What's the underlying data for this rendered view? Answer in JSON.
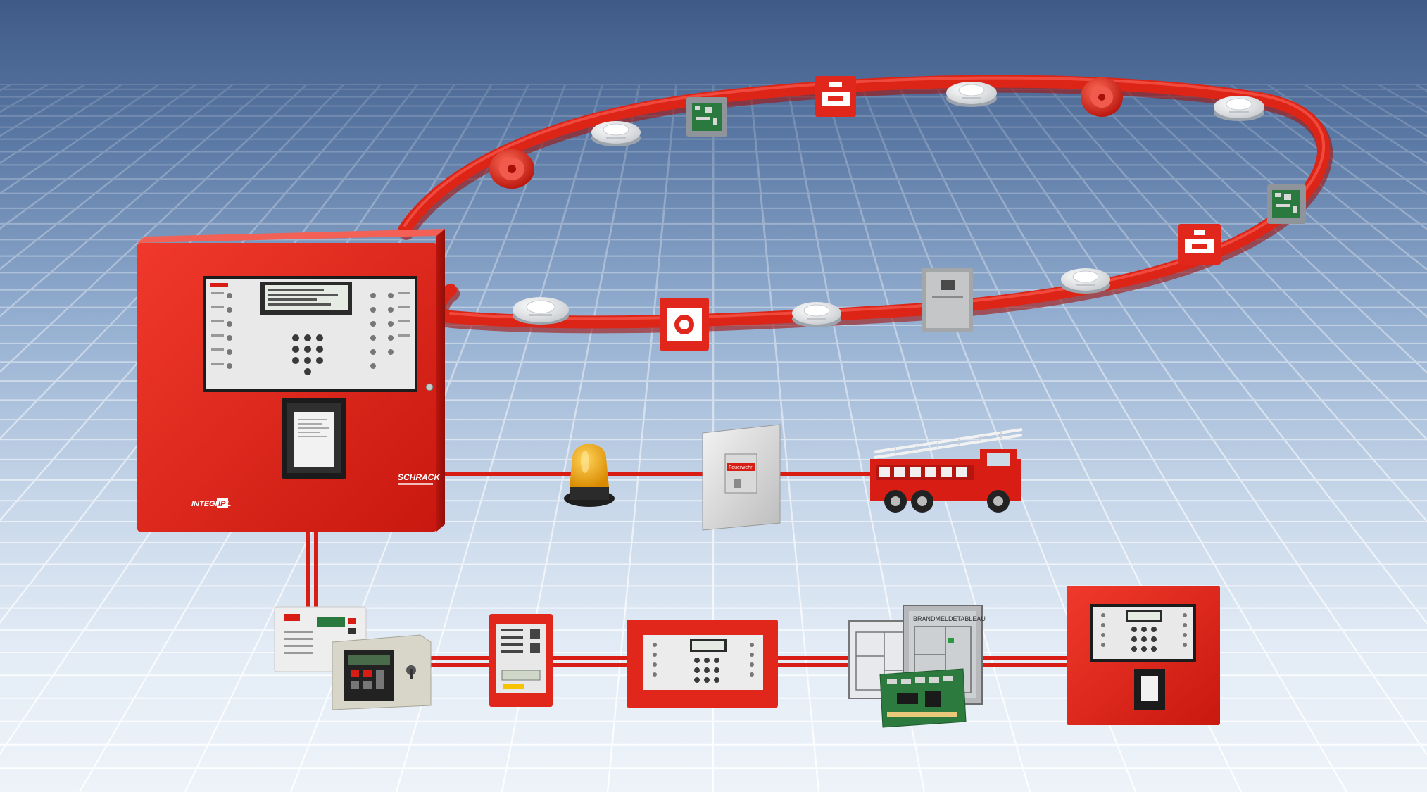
{
  "main_panel": {
    "brand": "SCHRACK",
    "product_name": "INTEGRAL",
    "product_suffix": "IP"
  },
  "annunciator": {
    "label": "Feuerwehr"
  },
  "map_panel": {
    "title": "BRANDMELDETABLEAU"
  },
  "colors": {
    "cable_red": "#d81e14",
    "panel_red": "#e1261c",
    "background_top": "#3f5a86",
    "background_bottom": "#eef3f9",
    "grid_line": "#ffffff"
  },
  "icons": [
    "fire-alarm-control-panel",
    "smoke-detector",
    "manual-call-point",
    "alarm-sounder",
    "input-output-module",
    "beacon-light",
    "fire-brigade-key-box",
    "fire-truck",
    "remote-indicator-panel",
    "repeater-panel",
    "floor-plan-panel",
    "circuit-board"
  ]
}
